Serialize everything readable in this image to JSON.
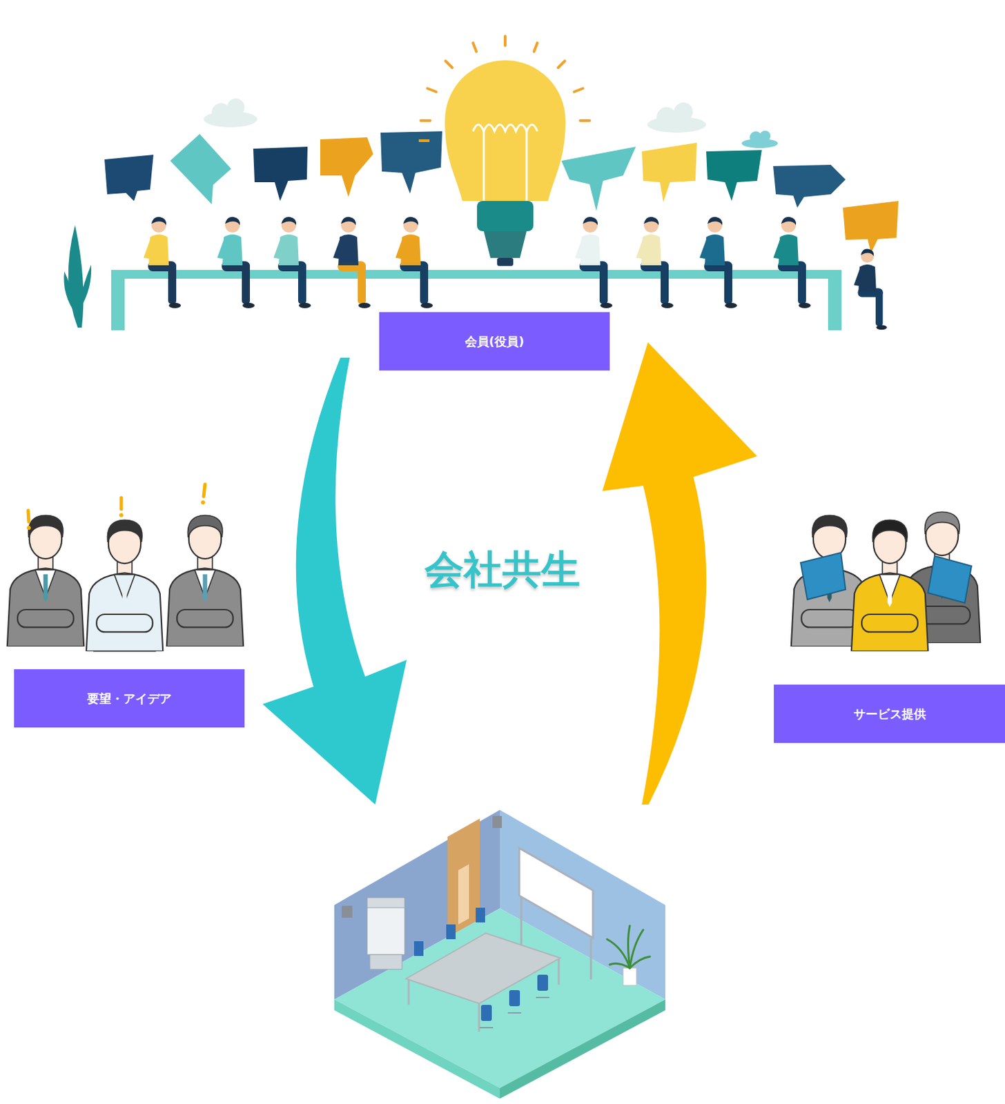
{
  "diagram": {
    "nodes": [
      {
        "text": [
          "会員(役員)"
        ]
      },
      {
        "text": [
          "要望・アイデア"
        ]
      },
      {
        "text": [
          "サービス提供"
        ]
      }
    ],
    "labels": [
      "会社共生"
    ]
  }
}
